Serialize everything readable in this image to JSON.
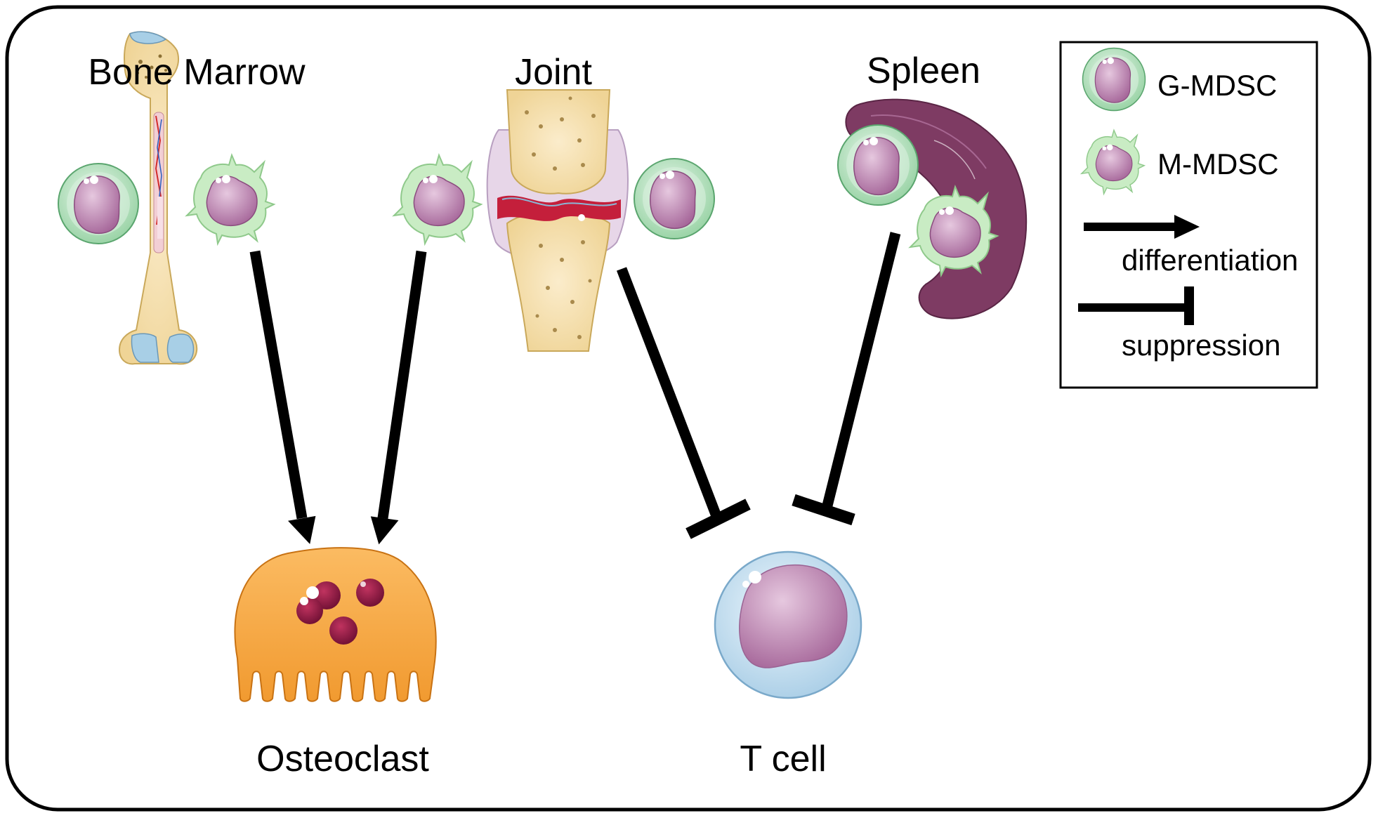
{
  "labels": {
    "bone_marrow": "Bone Marrow",
    "joint": "Joint",
    "spleen": "Spleen",
    "osteoclast": "Osteoclast",
    "t_cell": "T cell"
  },
  "legend": {
    "g_mdsc": "G-MDSC",
    "m_mdsc": "M-MDSC",
    "differentiation": "differentiation",
    "suppression": "suppression"
  },
  "colors": {
    "g_mdsc_fill": "#b9e4c2",
    "g_mdsc_nucleus": "#b779a8",
    "m_mdsc_fill": "#cdeec7",
    "osteoclast": "#f7a744",
    "osteoclast_granule": "#8b1642",
    "t_cell_fill": "#cbe4f3",
    "t_cell_nucleus": "#bd8fb7",
    "spleen": "#7e3b63",
    "bone": "#f6e3b2",
    "cartilage_red": "#c41f3b"
  },
  "edges": [
    {
      "from": "Bone Marrow",
      "to": "Osteoclast",
      "type": "differentiation"
    },
    {
      "from": "Joint",
      "to": "Osteoclast",
      "type": "differentiation"
    },
    {
      "from": "Joint",
      "to": "T cell",
      "type": "suppression"
    },
    {
      "from": "Spleen",
      "to": "T cell",
      "type": "suppression"
    }
  ]
}
